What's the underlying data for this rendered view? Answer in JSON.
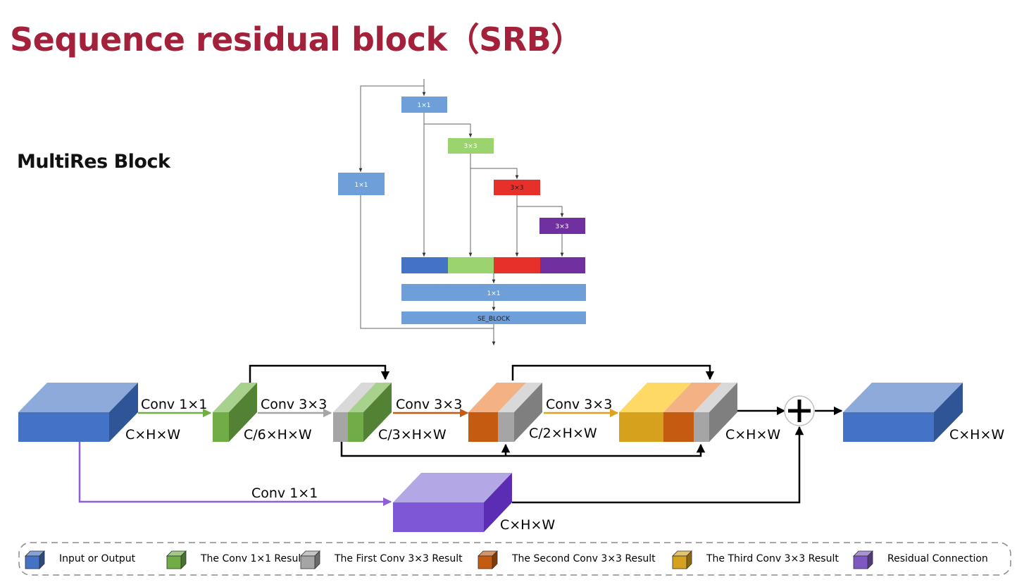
{
  "title": "Sequence residual block（SRB）",
  "subtitle": "MultiRes Block",
  "multires": {
    "block_a": "1×1",
    "block_b": "3×3",
    "block_c": "3×3",
    "block_d": "3×3",
    "side_block": "1×1",
    "fuse_block": "1×1",
    "se_block": "SE_BLOCK"
  },
  "srb": {
    "conv1_label": "Conv 1×1",
    "conv2_label": "Conv 3×3",
    "conv3_label": "Conv 3×3",
    "conv4_label": "Conv 3×3",
    "residual_label": "Conv 1×1",
    "input_dim": "C×H×W",
    "t1_dim": "C/6×H×W",
    "t2_dim": "C/3×H×W",
    "t3_dim": "C/2×H×W",
    "concat_dim": "C×H×W",
    "output_dim": "C×H×W",
    "residual_dim": "C×H×W"
  },
  "legend": [
    {
      "label": "Input or Output",
      "color": "#4472c4"
    },
    {
      "label": "The Conv 1×1 Result",
      "color": "#70ad47"
    },
    {
      "label": "The First Conv 3×3 Result",
      "color": "#a5a5a5"
    },
    {
      "label": "The Second Conv 3×3 Result",
      "color": "#c55a11"
    },
    {
      "label": "The Third Conv 3×3 Result",
      "color": "#d6a21e"
    },
    {
      "label": "Residual Connection",
      "color": "#7e57c2"
    }
  ],
  "colors": {
    "title": "#a3213a",
    "blue": "#4472c4",
    "green": "#70ad47",
    "gray": "#a5a5a5",
    "orange": "#c55a11",
    "gold": "#d6a21e",
    "purple": "#7e57c2",
    "block_blue": "#6f9fd8",
    "block_green": "#9bd46f",
    "block_red": "#e8302a",
    "block_purple": "#7030a0"
  }
}
